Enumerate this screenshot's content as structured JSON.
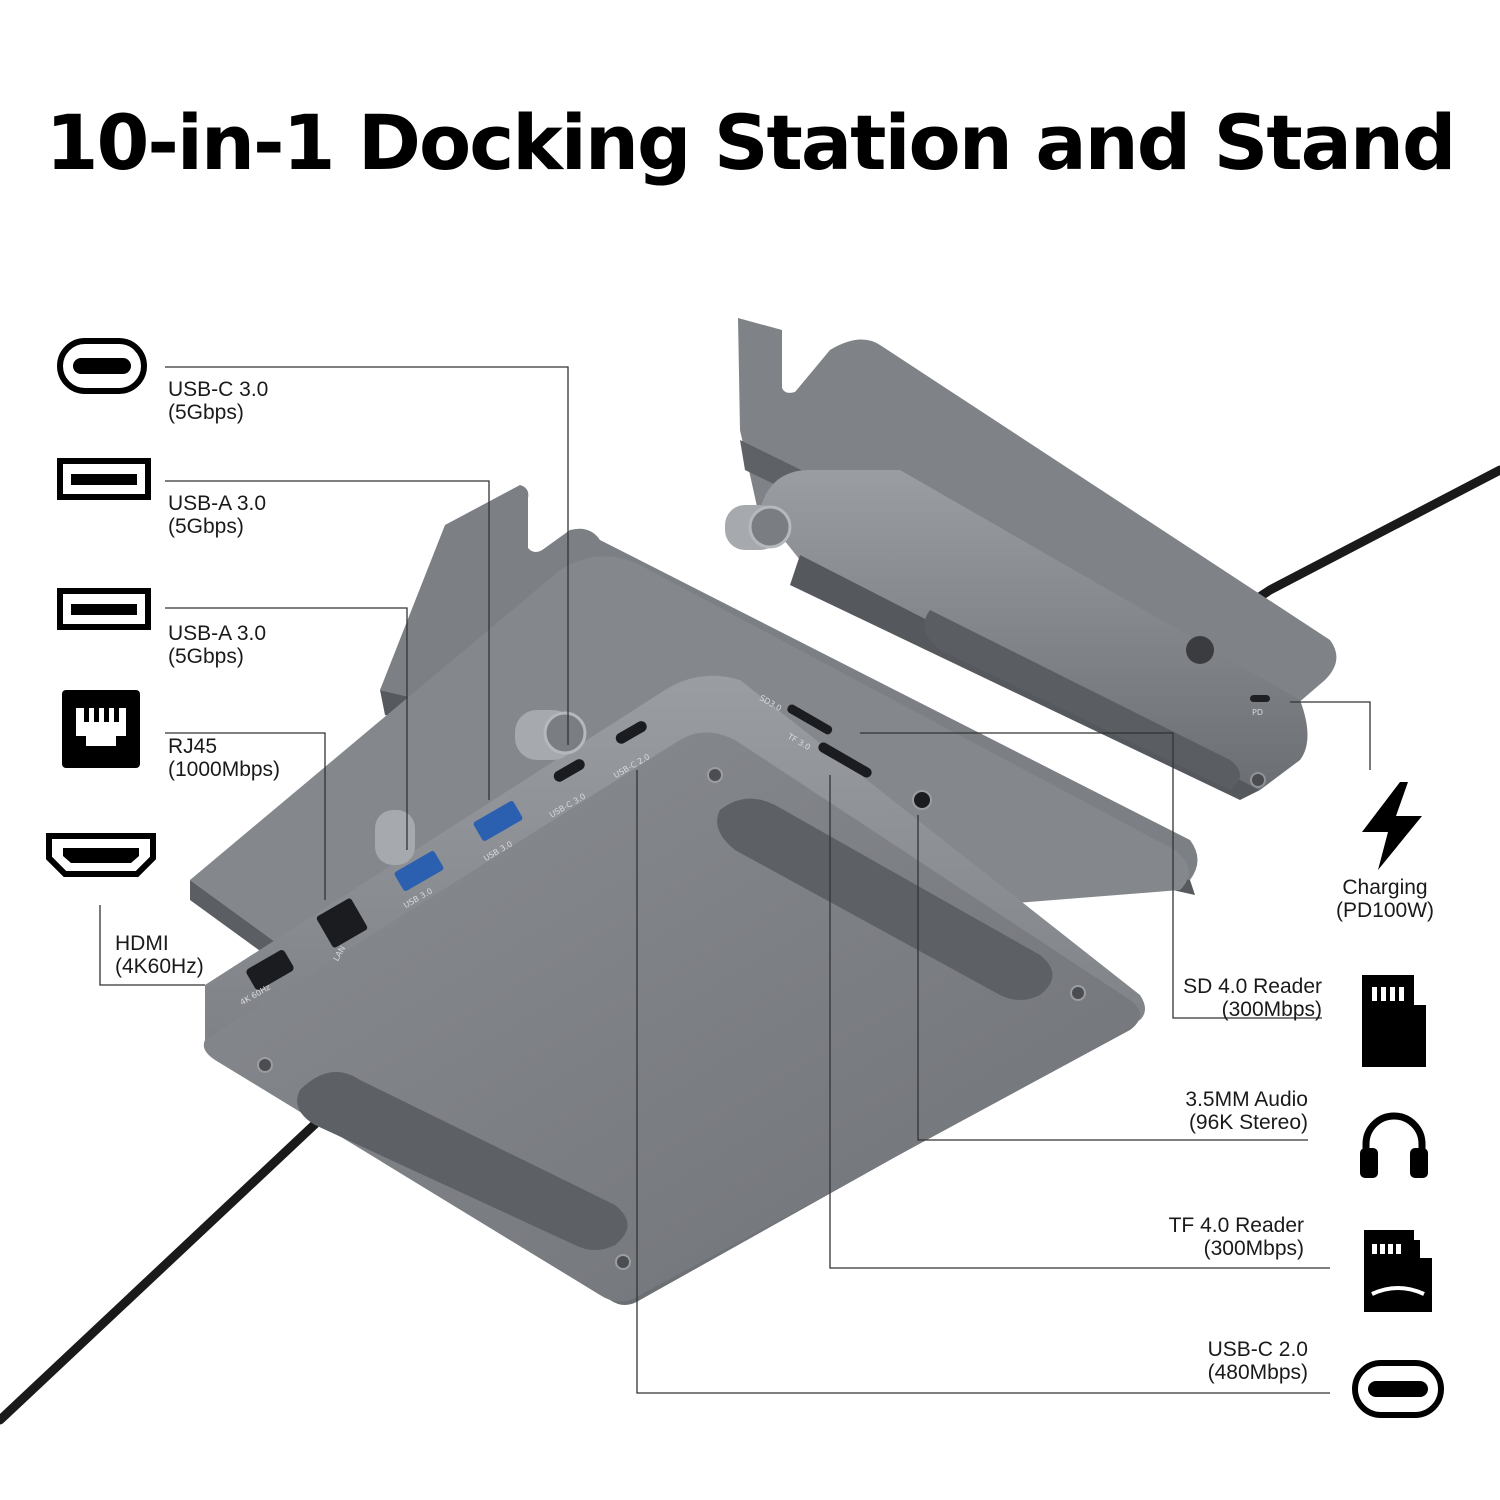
{
  "title": "10-in-1 Docking Station and Stand",
  "ports_left": [
    {
      "name": "USB-C 3.0",
      "spec": "(5Gbps)",
      "icon": "usb-c-icon"
    },
    {
      "name": "USB-A 3.0",
      "spec": "(5Gbps)",
      "icon": "usb-a-icon"
    },
    {
      "name": "USB-A 3.0",
      "spec": "(5Gbps)",
      "icon": "usb-a-icon"
    },
    {
      "name": "RJ45",
      "spec": "(1000Mbps)",
      "icon": "ethernet-icon"
    },
    {
      "name": "HDMI",
      "spec": "(4K60Hz)",
      "icon": "hdmi-icon"
    }
  ],
  "ports_right": [
    {
      "name": "Charging",
      "spec": "(PD100W)",
      "icon": "lightning-icon"
    },
    {
      "name": "SD 4.0 Reader",
      "spec": "(300Mbps)",
      "icon": "sd-card-icon"
    },
    {
      "name": "3.5MM Audio",
      "spec": "(96K Stereo)",
      "icon": "headphones-icon"
    },
    {
      "name": "TF 4.0 Reader",
      "spec": "(300Mbps)",
      "icon": "tf-card-icon"
    },
    {
      "name": "USB-C 2.0",
      "spec": "(480Mbps)",
      "icon": "usb-c-icon"
    }
  ],
  "device_port_labels": {
    "hdmi": "4K 60Hz",
    "lan": "LAN",
    "usb_a_1": "USB 3.0",
    "usb_a_2": "USB 3.0",
    "usb_c_1": "USB-C 3.0",
    "usb_c_2": "USB-C 2.0",
    "sd": "SD3.0",
    "tf": "TF 3.0",
    "pd": "PD"
  }
}
